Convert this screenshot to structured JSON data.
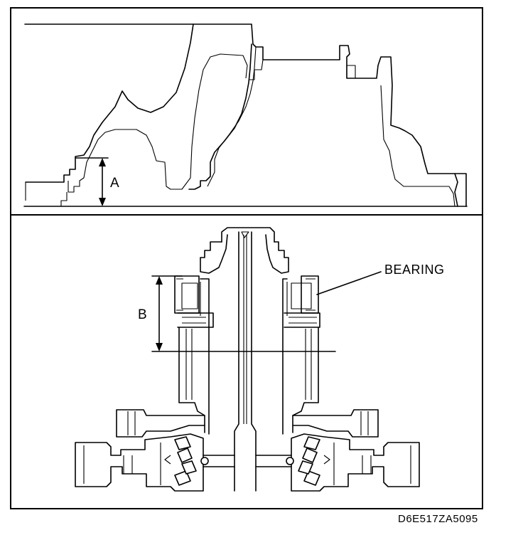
{
  "labels": {
    "dimension_a": "A",
    "dimension_b": "B",
    "bearing": "BEARING"
  },
  "figure_code": "D6E517ZA5095",
  "colors": {
    "line": "#000000",
    "background": "#ffffff"
  }
}
